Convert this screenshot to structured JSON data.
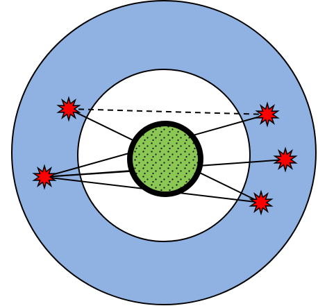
{
  "colors": {
    "outer_ring": "#8fb2e2",
    "inner_disk": "#ffffff",
    "core_fill": "#8bc753",
    "core_stroke": "#000000",
    "marker_fill": "#ff0000",
    "marker_stroke": "#000000",
    "line": "#000000"
  },
  "icons": {
    "marker": "red-starburst-marker",
    "core": "green-dotted-core-circle"
  },
  "structure": {
    "markers": [
      "marker-1",
      "marker-2",
      "marker-3",
      "marker-4",
      "marker-5"
    ],
    "connections": [
      {
        "from": "marker-1",
        "to": "marker-4",
        "style": "solid"
      },
      {
        "from": "marker-2",
        "to": "marker-3",
        "style": "solid"
      },
      {
        "from": "marker-2",
        "to": "marker-4",
        "style": "solid"
      },
      {
        "from": "marker-2",
        "to": "marker-5",
        "style": "solid"
      },
      {
        "from": "marker-2",
        "to": "core-right",
        "style": "solid"
      },
      {
        "from": "marker-1",
        "to": "marker-3",
        "style": "dashed"
      }
    ]
  }
}
